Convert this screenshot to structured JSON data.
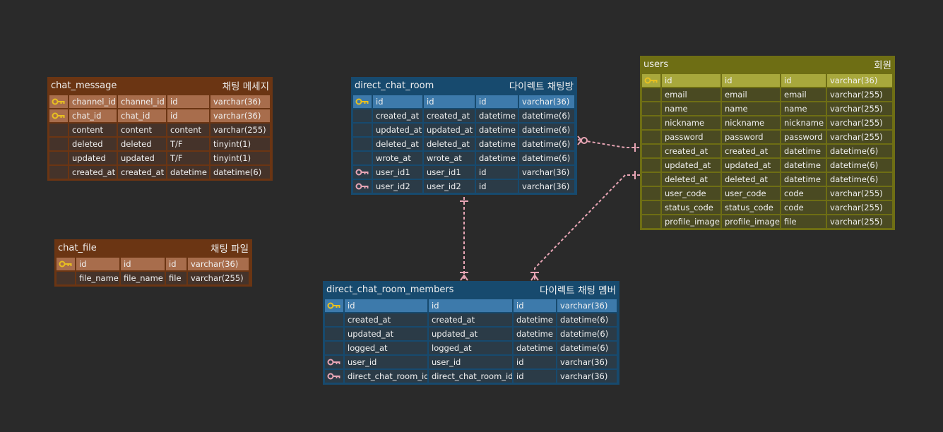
{
  "colors": {
    "background": "#2a2a2a",
    "relation_line": "#e8a5b5",
    "pk_key": "#e8c020",
    "fk_key": "#e8a5b5"
  },
  "tables": [
    {
      "id": "chat_message",
      "name": "chat_message",
      "label": "채팅 메세지",
      "theme": "brown",
      "widths": [
        26,
        67,
        68,
        59,
        84
      ],
      "rows": [
        {
          "key": "pk",
          "cols": [
            "channel_id",
            "channel_id",
            "id",
            "varchar(36)"
          ]
        },
        {
          "key": "pk",
          "cols": [
            "chat_id",
            "chat_id",
            "id",
            "varchar(36)"
          ]
        },
        {
          "key": "",
          "cols": [
            "content",
            "content",
            "content",
            "varchar(255)"
          ]
        },
        {
          "key": "",
          "cols": [
            "deleted",
            "deleted",
            "T/F",
            "tinyint(1)"
          ]
        },
        {
          "key": "",
          "cols": [
            "updated",
            "updated",
            "T/F",
            "tinyint(1)"
          ]
        },
        {
          "key": "",
          "cols": [
            "created_at",
            "created_at",
            "datetime",
            "datetime(6)"
          ]
        }
      ]
    },
    {
      "id": "chat_file",
      "name": "chat_file",
      "label": "채팅 파일",
      "theme": "brown",
      "widths": [
        26,
        61,
        62,
        29,
        86
      ],
      "rows": [
        {
          "key": "pk",
          "cols": [
            "id",
            "id",
            "id",
            "varchar(36)"
          ]
        },
        {
          "key": "",
          "cols": [
            "file_name",
            "file_name",
            "file",
            "varchar(255)"
          ]
        }
      ]
    },
    {
      "id": "direct_chat_room",
      "name": "direct_chat_room",
      "label": "다이렉트 채팅방",
      "theme": "blue",
      "widths": [
        26,
        70,
        72,
        59,
        78
      ],
      "rows": [
        {
          "key": "pk",
          "cols": [
            "id",
            "id",
            "id",
            "varchar(36)"
          ]
        },
        {
          "key": "",
          "cols": [
            "created_at",
            "created_at",
            "datetime",
            "datetime(6)"
          ]
        },
        {
          "key": "",
          "cols": [
            "updated_at",
            "updated_at",
            "datetime",
            "datetime(6)"
          ]
        },
        {
          "key": "",
          "cols": [
            "deleted_at",
            "deleted_at",
            "datetime",
            "datetime(6)"
          ]
        },
        {
          "key": "",
          "cols": [
            "wrote_at",
            "wrote_at",
            "datetime",
            "datetime(6)"
          ]
        },
        {
          "key": "fk",
          "cols": [
            "user_id1",
            "user_id1",
            "id",
            "varchar(36)"
          ]
        },
        {
          "key": "fk",
          "cols": [
            "user_id2",
            "user_id2",
            "id",
            "varchar(36)"
          ]
        }
      ]
    },
    {
      "id": "users",
      "name": "users",
      "label": "회원",
      "theme": "olive",
      "widths": [
        26,
        83,
        82,
        63,
        92
      ],
      "rows": [
        {
          "key": "pk",
          "cols": [
            "id",
            "id",
            "id",
            "varchar(36)"
          ]
        },
        {
          "key": "",
          "cols": [
            "email",
            "email",
            "email",
            "varchar(255)"
          ]
        },
        {
          "key": "",
          "cols": [
            "name",
            "name",
            "name",
            "varchar(255)"
          ]
        },
        {
          "key": "",
          "cols": [
            "nickname",
            "nickname",
            "nickname",
            "varchar(255)"
          ]
        },
        {
          "key": "",
          "cols": [
            "password",
            "password",
            "password",
            "varchar(255)"
          ]
        },
        {
          "key": "",
          "cols": [
            "created_at",
            "created_at",
            "datetime",
            "datetime(6)"
          ]
        },
        {
          "key": "",
          "cols": [
            "updated_at",
            "updated_at",
            "datetime",
            "datetime(6)"
          ]
        },
        {
          "key": "",
          "cols": [
            "deleted_at",
            "deleted_at",
            "datetime",
            "datetime(6)"
          ]
        },
        {
          "key": "",
          "cols": [
            "user_code",
            "user_code",
            "code",
            "varchar(255)"
          ]
        },
        {
          "key": "",
          "cols": [
            "status_code",
            "status_code",
            "code",
            "varchar(255)"
          ]
        },
        {
          "key": "",
          "cols": [
            "profile_image",
            "profile_image",
            "file",
            "varchar(255)"
          ]
        }
      ]
    },
    {
      "id": "members",
      "name": "direct_chat_room_members",
      "label": "다이렉트 채팅 멤버",
      "theme": "blue",
      "widths": [
        26,
        117,
        118,
        60,
        84
      ],
      "rows": [
        {
          "key": "pk",
          "cols": [
            "id",
            "id",
            "id",
            "varchar(36)"
          ]
        },
        {
          "key": "",
          "cols": [
            "created_at",
            "created_at",
            "datetime",
            "datetime(6)"
          ]
        },
        {
          "key": "",
          "cols": [
            "updated_at",
            "updated_at",
            "datetime",
            "datetime(6)"
          ]
        },
        {
          "key": "",
          "cols": [
            "logged_at",
            "logged_at",
            "datetime",
            "datetime(6)"
          ]
        },
        {
          "key": "fk",
          "cols": [
            "user_id",
            "user_id",
            "id",
            "varchar(36)"
          ]
        },
        {
          "key": "fk",
          "cols": [
            "direct_chat_room_id",
            "direct_chat_room_id",
            "id",
            "varchar(36)"
          ]
        }
      ]
    }
  ]
}
